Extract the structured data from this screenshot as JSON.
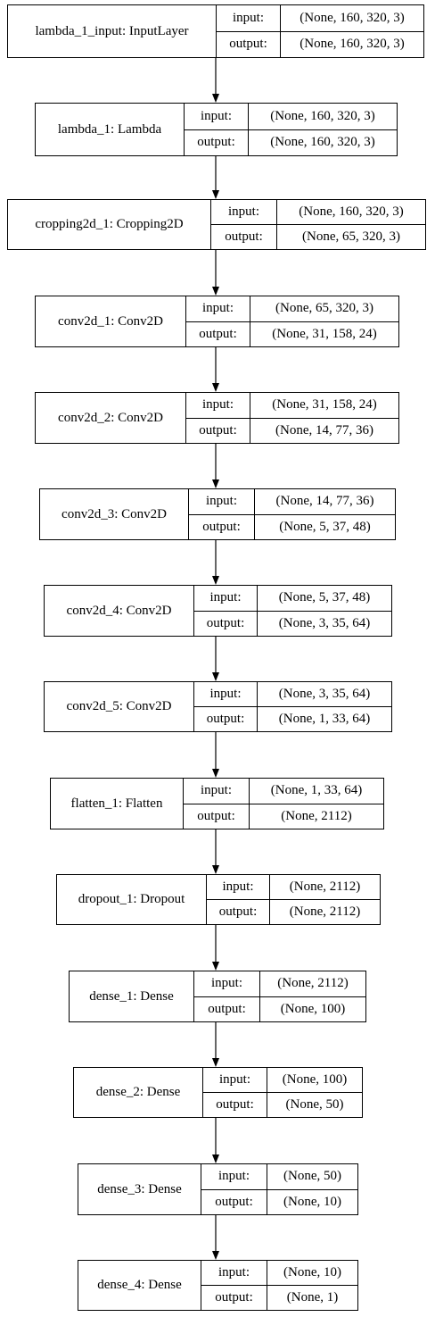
{
  "diagram": {
    "input_label": "input:",
    "output_label": "output:",
    "layers": [
      {
        "name": "lambda_1_input: InputLayer",
        "input": "(None, 160, 320, 3)",
        "output": "(None, 160, 320, 3)"
      },
      {
        "name": "lambda_1: Lambda",
        "input": "(None, 160, 320, 3)",
        "output": "(None, 160, 320, 3)"
      },
      {
        "name": "cropping2d_1: Cropping2D",
        "input": "(None, 160, 320, 3)",
        "output": "(None, 65, 320, 3)"
      },
      {
        "name": "conv2d_1: Conv2D",
        "input": "(None, 65, 320, 3)",
        "output": "(None, 31, 158, 24)"
      },
      {
        "name": "conv2d_2: Conv2D",
        "input": "(None, 31, 158, 24)",
        "output": "(None, 14, 77, 36)"
      },
      {
        "name": "conv2d_3: Conv2D",
        "input": "(None, 14, 77, 36)",
        "output": "(None, 5, 37, 48)"
      },
      {
        "name": "conv2d_4: Conv2D",
        "input": "(None, 5, 37, 48)",
        "output": "(None, 3, 35, 64)"
      },
      {
        "name": "conv2d_5: Conv2D",
        "input": "(None, 3, 35, 64)",
        "output": "(None, 1, 33, 64)"
      },
      {
        "name": "flatten_1: Flatten",
        "input": "(None, 1, 33, 64)",
        "output": "(None, 2112)"
      },
      {
        "name": "dropout_1: Dropout",
        "input": "(None, 2112)",
        "output": "(None, 2112)"
      },
      {
        "name": "dense_1: Dense",
        "input": "(None, 2112)",
        "output": "(None, 100)"
      },
      {
        "name": "dense_2: Dense",
        "input": "(None, 100)",
        "output": "(None, 50)"
      },
      {
        "name": "dense_3: Dense",
        "input": "(None, 50)",
        "output": "(None, 10)"
      },
      {
        "name": "dense_4: Dense",
        "input": "(None, 10)",
        "output": "(None, 1)"
      }
    ]
  }
}
